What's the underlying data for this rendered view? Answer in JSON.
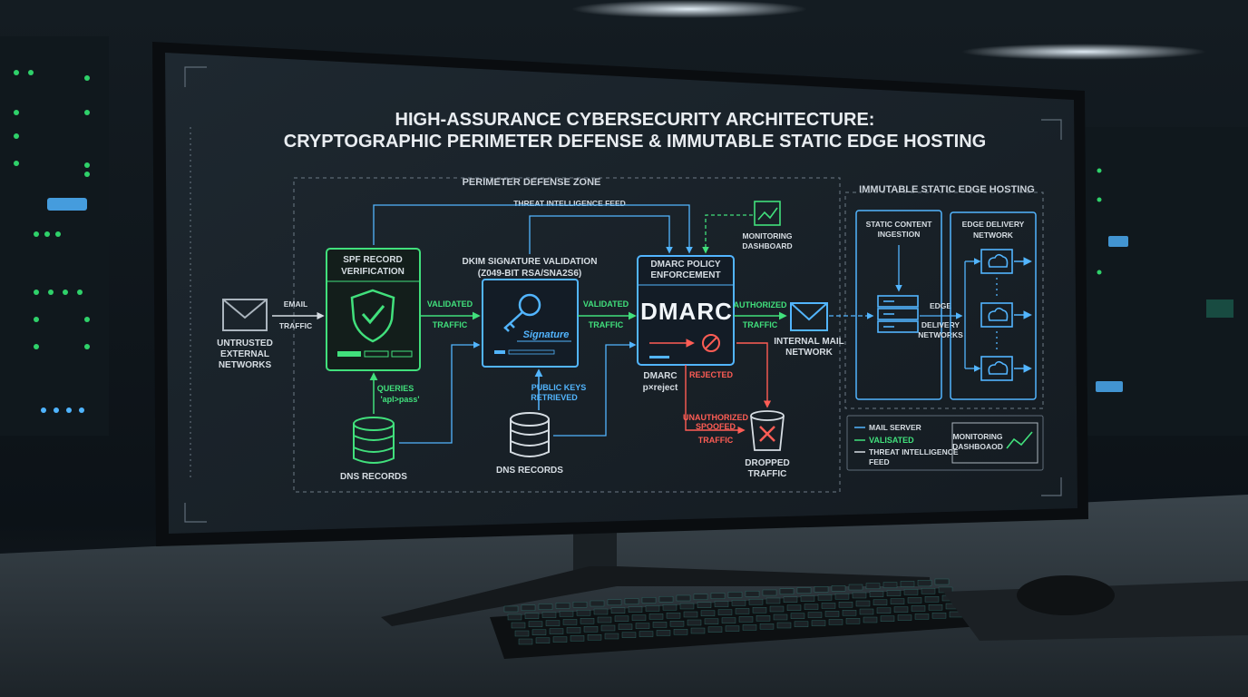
{
  "title": {
    "line1": "HIGH-ASSURANCE CYBERSECURITY ARCHITECTURE:",
    "line2": "CRYPTOGRAPHIC PERIMETER DEFENSE & IMMUTABLE STATIC EDGE HOSTING"
  },
  "zones": {
    "perimeter": "PERIMETER DEFENSE ZONE",
    "edge": "IMMUTABLE STATIC EDGE HOSTING"
  },
  "nodes": {
    "untrusted": [
      "UNTRUSTED",
      "EXTERNAL",
      "NETWORKS"
    ],
    "email_label": "EMAIL",
    "traffic_label": "TRAFFIC",
    "spf": [
      "SPF RECORD",
      "VERIFICATION"
    ],
    "queries": [
      "QUERIES",
      "'apl>pass'"
    ],
    "dns1": "DNS RECORDS",
    "validated_1": "VALIDATED",
    "traffic_1": "TRAFFIC",
    "threat_feed": "THREAT INTELLIGENCE FEED",
    "dkim": [
      "DKIM SIGNATURE VALIDATION",
      "(Z049-BIT RSA/SNA2S6)"
    ],
    "signature_text": "Signature",
    "public_keys": [
      "PUBLIC KEYS",
      "RETRIEVED"
    ],
    "dns2": "DNS RECORDS",
    "validated_2": "VALIDATED",
    "traffic_2": "TRAFFIC",
    "monitoring": [
      "MONITORING",
      "DASHBOARD"
    ],
    "dmarc_box": [
      "DMARC POLICY",
      "ENFORCEMENT"
    ],
    "dmarc_logo": "DMARC",
    "rejected": "REJECTED",
    "dmarc_policy": [
      "DMARC",
      "p×reject"
    ],
    "unauthorized": [
      "UNAUTHORIZED",
      "SPOOFED",
      "TRAFFIC"
    ],
    "dropped": [
      "DROPPED",
      "TRAFFIC"
    ],
    "authorized": "AUTHORIZED",
    "traffic_3": "TRAFFIC",
    "internal_mail": [
      "INTERNAL MAIL",
      "NETWORK"
    ],
    "static_ingest": [
      "STATIC CONTENT",
      "INGESTION"
    ],
    "edge_delivery": [
      "EDGE DELIVERY",
      "NETWORK"
    ],
    "edge_label": [
      "EDGE",
      "DELIVERY",
      "NETWORKS"
    ]
  },
  "legend": {
    "items": [
      "MAIL SERVER",
      "VALISATED",
      "THREAT INTELLIGENCE",
      "FEED"
    ],
    "dashboard": [
      "MONITORING",
      "DASHBOAOD"
    ]
  },
  "colors": {
    "green": "#3ee07a",
    "blue": "#4fb4ff",
    "red": "#ff5a52",
    "screen": "#131b22"
  }
}
